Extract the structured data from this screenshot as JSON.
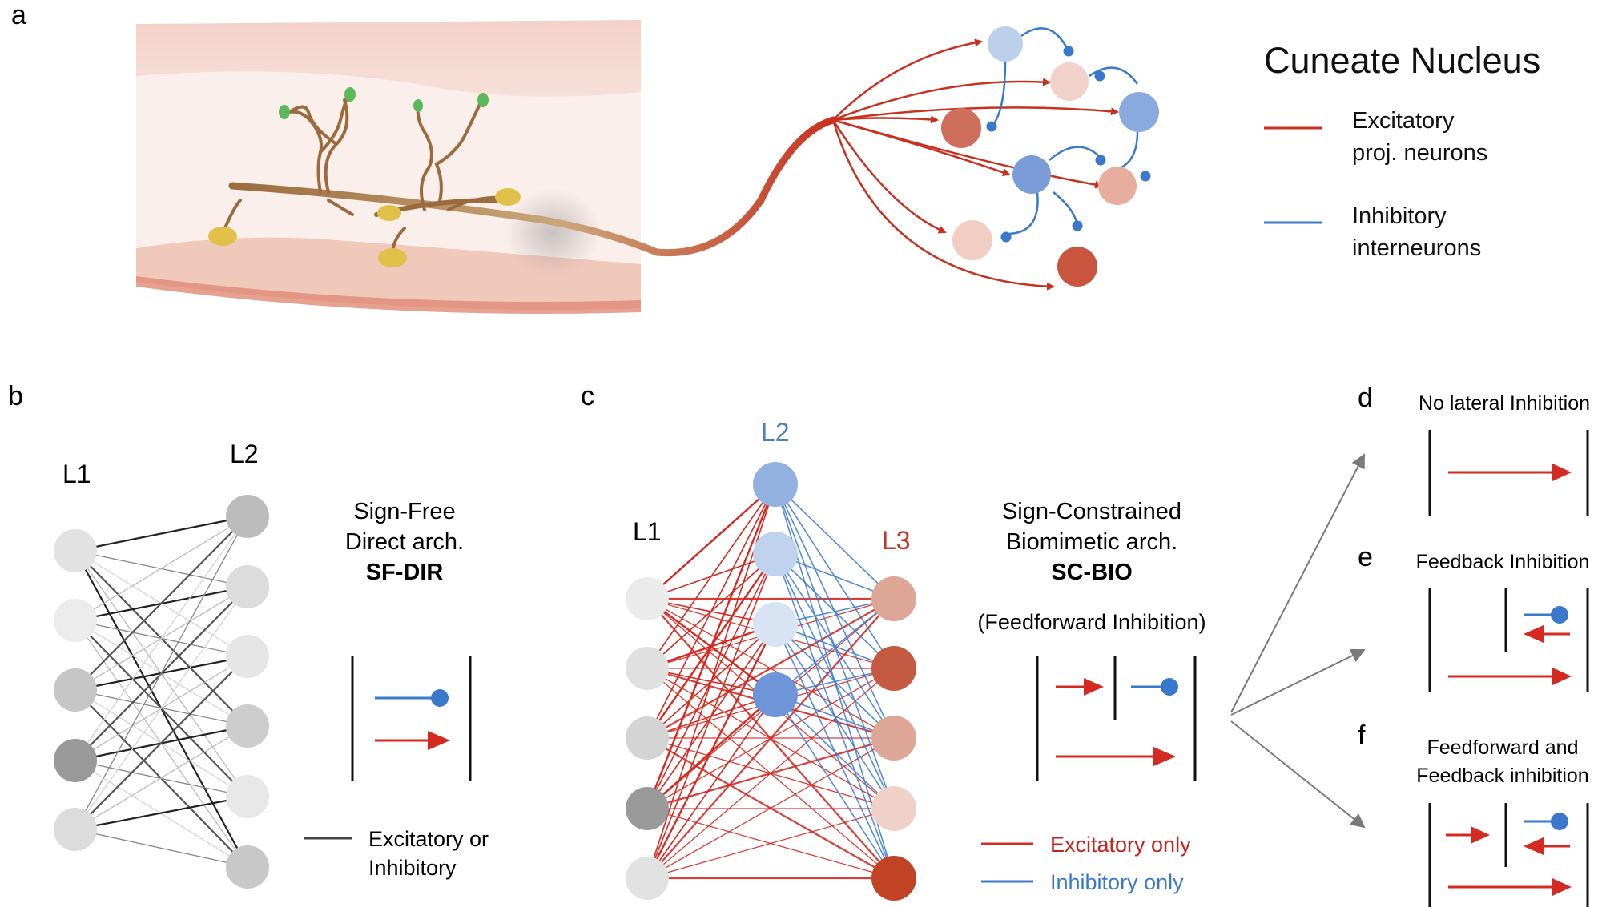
{
  "panels": {
    "a": {
      "letter": "a",
      "title": "Cuneate Nucleus",
      "legend": [
        {
          "line1": "Excitatory",
          "line2": "proj. neurons",
          "color": "#c8311f"
        },
        {
          "line1": "Inhibitory",
          "line2": "interneurons",
          "color": "#3a78cc"
        }
      ]
    },
    "b": {
      "letter": "b",
      "layer1": "L1",
      "layer2": "L2",
      "arch_line1": "Sign-Free",
      "arch_line2": "Direct arch.",
      "arch_abbrev": "SF-DIR",
      "legend_line1": "Excitatory or",
      "legend_line2": "Inhibitory"
    },
    "c": {
      "letter": "c",
      "layer1": "L1",
      "layer2": "L2",
      "layer3": "L3",
      "arch_line1": "Sign-Constrained",
      "arch_line2": "Biomimetic arch.",
      "arch_abbrev": "SC-BIO",
      "arch_note": "(Feedforward Inhibition)",
      "legend_excitatory": "Excitatory only",
      "legend_inhibitory": "Inhibitory only"
    },
    "d": {
      "letter": "d",
      "title": "No lateral Inhibition"
    },
    "e": {
      "letter": "e",
      "title": "Feedback Inhibition"
    },
    "f": {
      "letter": "f",
      "title_line1": "Feedforward and",
      "title_line2": "Feedback inhibition"
    }
  },
  "colors": {
    "excitatory": "#d42a22",
    "inhibitory": "#3a78cc",
    "excitatory_label": "#c8201a",
    "inhibitory_label": "#3a78cc",
    "l2_label": "#4a7fc8",
    "l3_label": "#c0392b"
  }
}
